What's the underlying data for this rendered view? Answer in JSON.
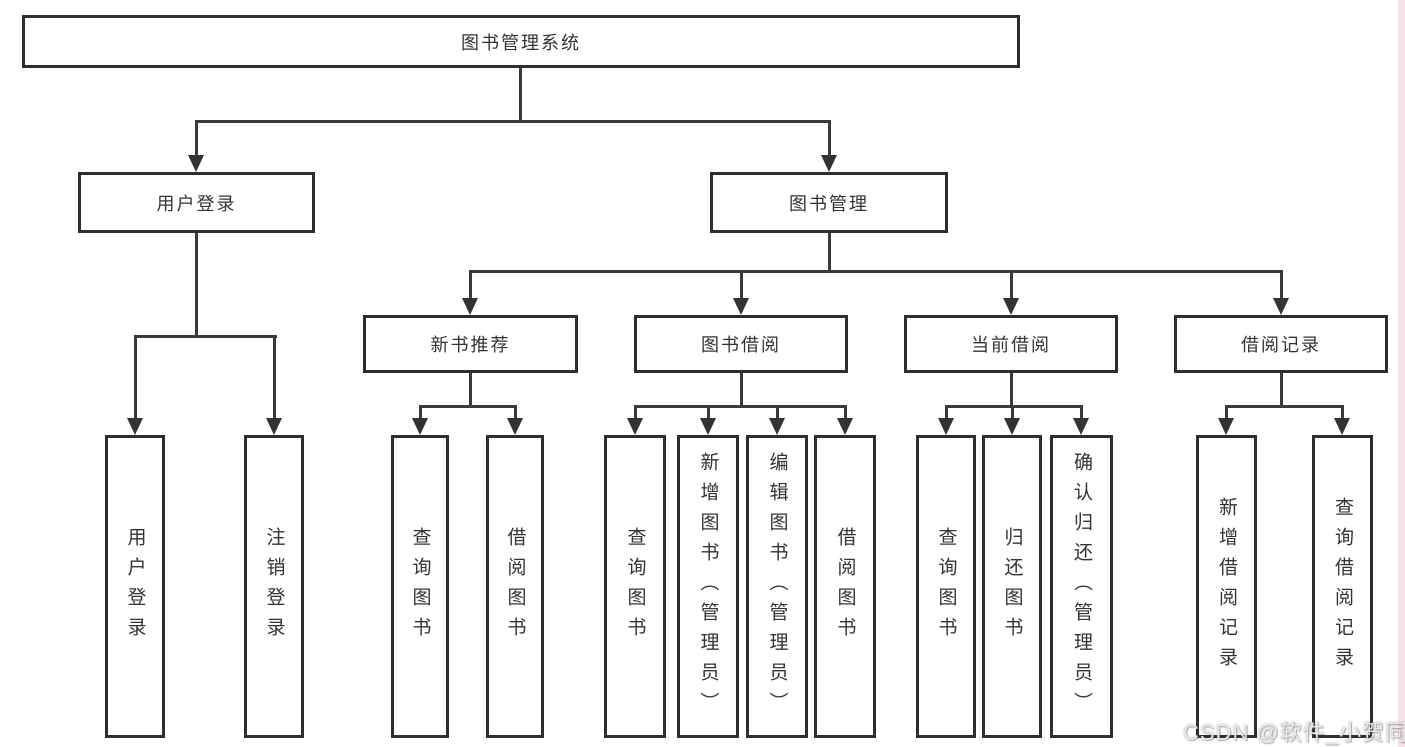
{
  "tree": {
    "root": {
      "label": "图书管理系统"
    },
    "branches": [
      {
        "label": "用户登录",
        "leaves": [
          {
            "label": "用户登录"
          },
          {
            "label": "注销登录"
          }
        ]
      },
      {
        "label": "图书管理",
        "groups": [
          {
            "label": "新书推荐",
            "leaves": [
              {
                "label": "查询图书"
              },
              {
                "label": "借阅图书"
              }
            ]
          },
          {
            "label": "图书借阅",
            "leaves": [
              {
                "label": "查询图书"
              },
              {
                "label": "新增图书（管理员）"
              },
              {
                "label": "编辑图书（管理员）"
              },
              {
                "label": "借阅图书"
              }
            ]
          },
          {
            "label": "当前借阅",
            "leaves": [
              {
                "label": "查询图书"
              },
              {
                "label": "归还图书"
              },
              {
                "label": "确认归还（管理员）"
              }
            ]
          },
          {
            "label": "借阅记录",
            "leaves": [
              {
                "label": "新增借阅记录"
              },
              {
                "label": "查询借阅记录"
              }
            ]
          }
        ]
      }
    ]
  },
  "watermark": {
    "text": "CSDN @软件_小贺同学"
  },
  "colors": {
    "line": "#3a3a3a",
    "box_border": "#2e2e2e",
    "background": "#ffffff",
    "watermark_text": "#ebebeb",
    "watermark_strip": "#f5ccd1"
  }
}
